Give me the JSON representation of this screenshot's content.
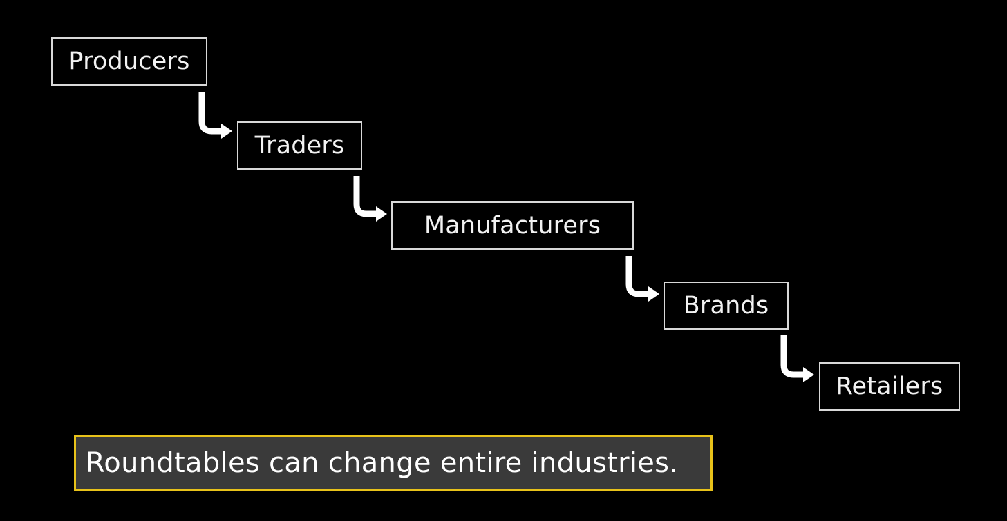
{
  "diagram": {
    "steps": [
      {
        "label": "Producers"
      },
      {
        "label": "Traders"
      },
      {
        "label": "Manufacturers"
      },
      {
        "label": "Brands"
      },
      {
        "label": "Retailers"
      }
    ],
    "connector_icon": "bent-arrow-down-right"
  },
  "caption": {
    "text": "Roundtables can change entire industries."
  },
  "colors": {
    "background": "#000000",
    "box_border": "#d9d9d9",
    "text": "#f2f2f2",
    "arrow": "#ffffff",
    "caption_border": "#e8c21a",
    "caption_background": "#3a3a3a"
  }
}
